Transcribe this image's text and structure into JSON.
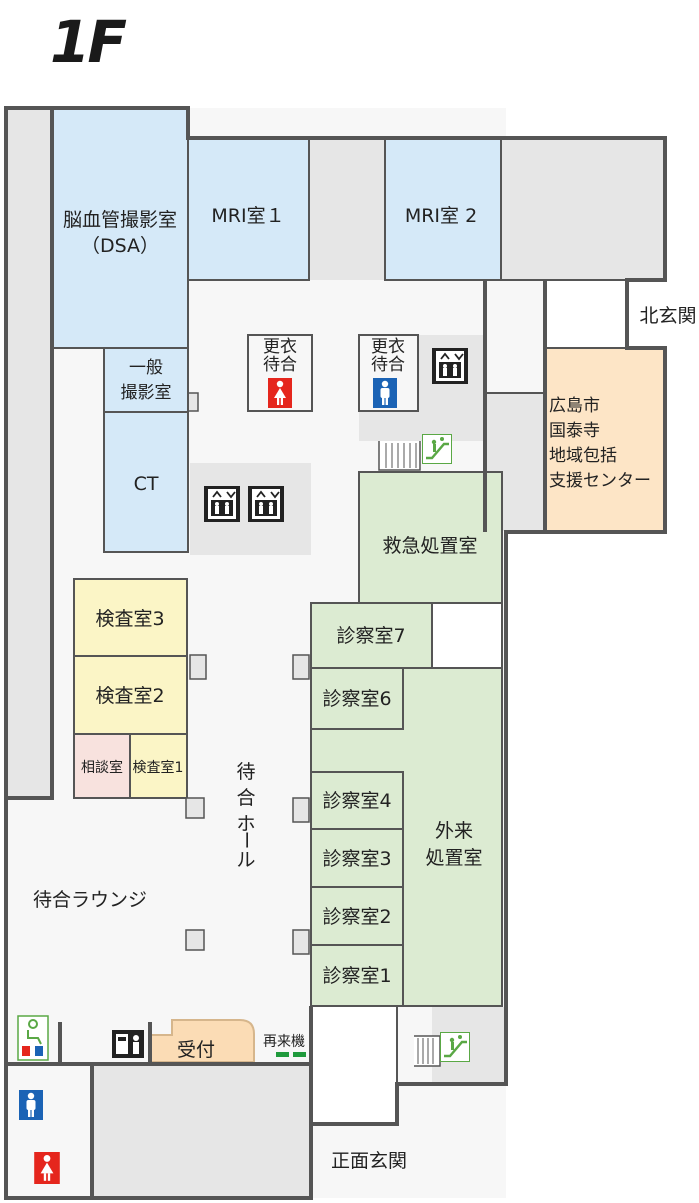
{
  "floor_label": "1F",
  "rooms": {
    "dsa": "脳血管撮影室",
    "dsa_sub": "（DSA）",
    "mri1": "MRI室１",
    "mri2": "MRI室 2",
    "general_xray_1": "一般",
    "general_xray_2": "撮影室",
    "ct": "CT",
    "exam3": "検査室3",
    "exam2": "検査室2",
    "exam1": "検査室1",
    "consult": "相談室",
    "emergency": "救急処置室",
    "clinic7": "診察室7",
    "clinic6": "診察室6",
    "clinic4": "診察室4",
    "clinic3": "診察室3",
    "clinic2": "診察室2",
    "clinic1": "診察室1",
    "outpatient_1": "外来",
    "outpatient_2": "処置室",
    "hall_1": "待",
    "hall_2": "合",
    "hall_3": "ホ",
    "hall_4": "ー",
    "hall_5": "ル",
    "lounge": "待合ラウンジ",
    "reception": "受付",
    "reentry": "再来機",
    "dressing_a_1": "更衣",
    "dressing_a_2": "待合",
    "dressing_b_1": "更衣",
    "dressing_b_2": "待合",
    "community_1": "広島市",
    "community_2": "国泰寺",
    "community_3": "地域包括",
    "community_4": "支援センター"
  },
  "entrances": {
    "north": "北玄関",
    "main": "正面玄関"
  },
  "icons": {
    "elevator": "elevator-icon",
    "escalator": "escalator-icon",
    "toilet_female": "female-toilet-icon",
    "toilet_male": "male-toilet-icon",
    "accessible_toilet": "accessible-toilet-icon",
    "atm": "atm-icon"
  },
  "colors": {
    "imaging": "#d5e9f8",
    "exam": "#fbf5c6",
    "consult": "#f8e2de",
    "clinic": "#dcebd2",
    "community": "#fde5c6",
    "reception": "#fbdcb5",
    "service": "#e6e6e6",
    "corridor": "#f7f7f7",
    "wall": "#555555",
    "female": "#e5261d",
    "male": "#1b63b5"
  }
}
